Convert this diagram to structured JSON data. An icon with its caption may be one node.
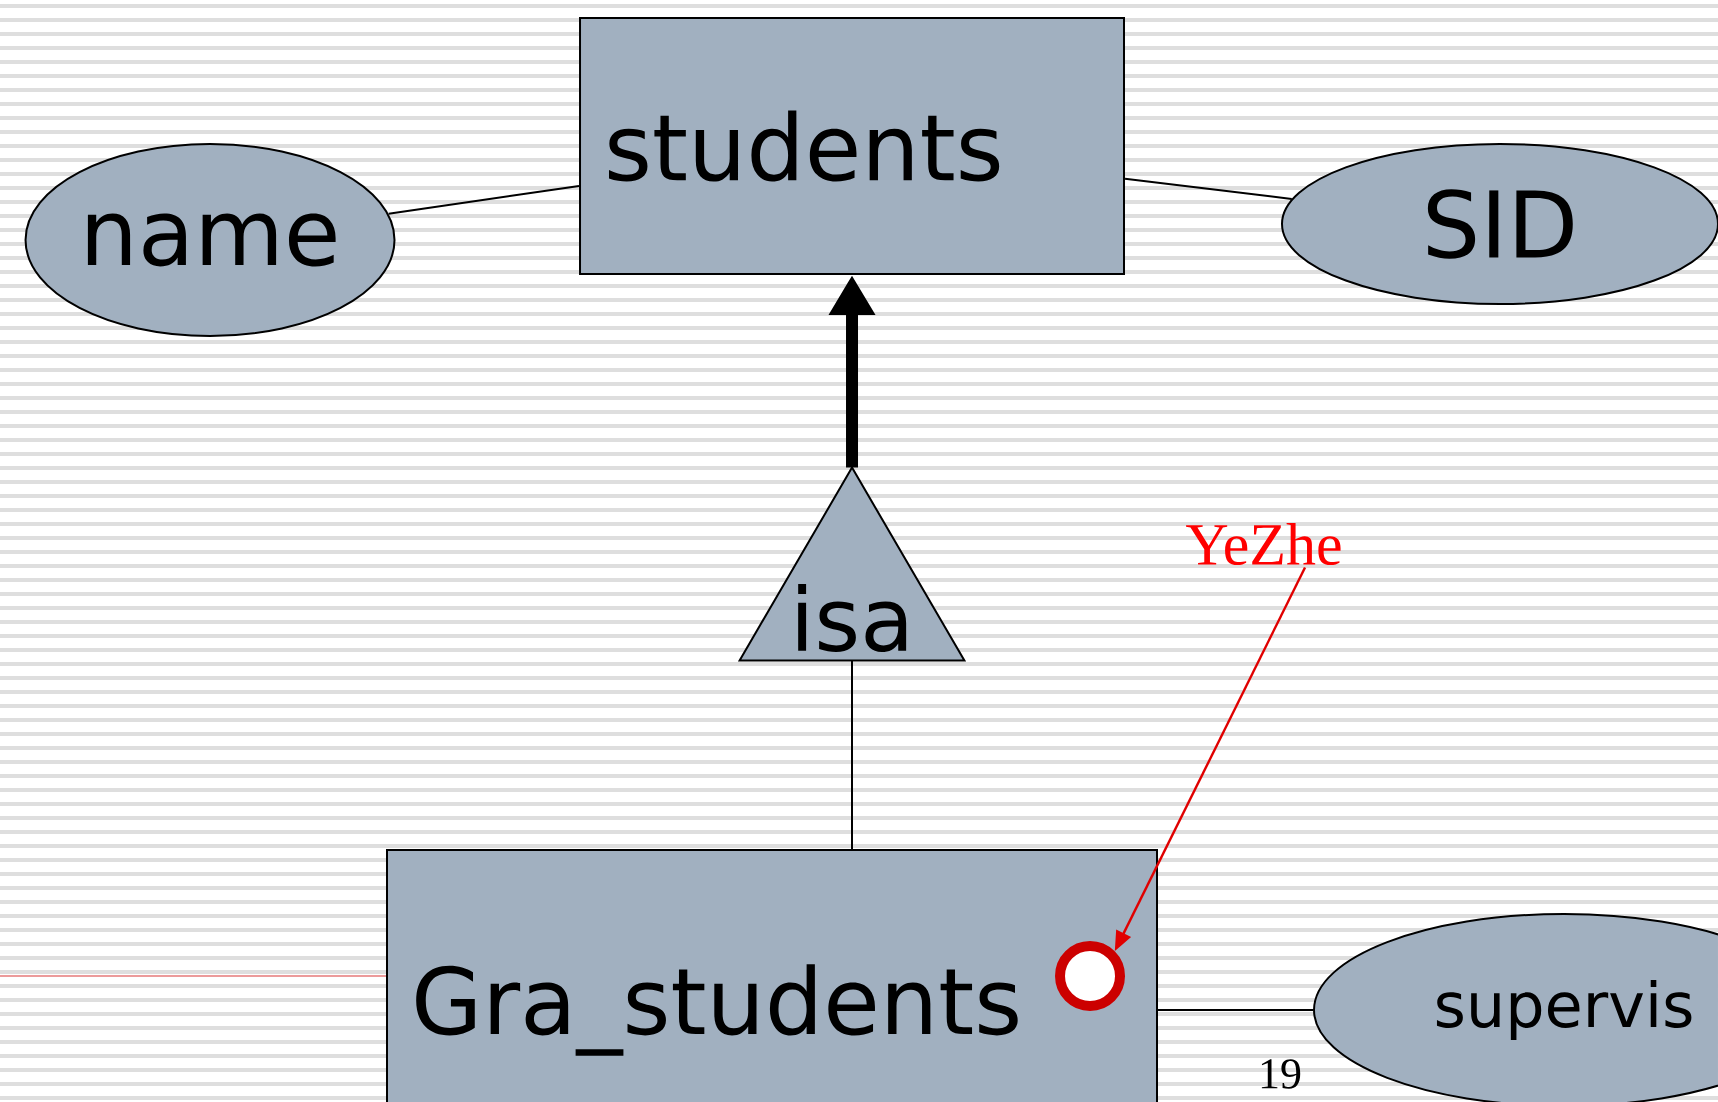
{
  "diagram": {
    "nodes": [
      {
        "text": [
          "students"
        ]
      },
      {
        "text": [
          "name"
        ]
      },
      {
        "text": [
          "SID"
        ]
      },
      {
        "text": [
          "isa"
        ]
      },
      {
        "text": [
          "Gra_students"
        ]
      },
      {
        "text": [
          "supervis"
        ]
      },
      {
        "text": [
          "YeZhe"
        ]
      },
      {
        "text": [],
        "shape": "circle",
        "in": 4
      }
    ],
    "edges": [
      {
        "from": 1,
        "to": 0,
        "arrow": "none"
      },
      {
        "from": 0,
        "to": 2,
        "arrow": "none"
      },
      {
        "from": 3,
        "to": 0,
        "arrow": "to",
        "style": "thick"
      },
      {
        "from": 3,
        "to": 4,
        "arrow": "none"
      },
      {
        "from": 4,
        "to": 5,
        "arrow": "none"
      },
      {
        "from": 6,
        "to": 7,
        "arrow": "to",
        "color": "#e00000"
      }
    ],
    "labels": [
      "19"
    ]
  }
}
